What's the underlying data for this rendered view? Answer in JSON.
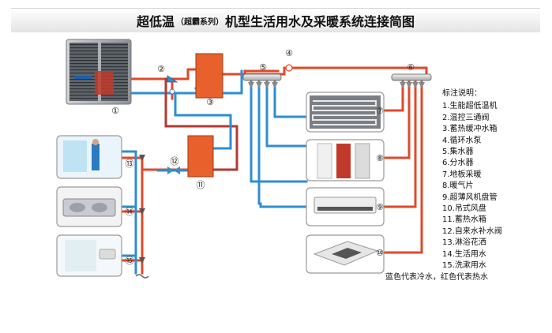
{
  "title": {
    "main_a": "超低温",
    "sub": "（超霸系列）",
    "main_b": "机型生活用水及采暖系统连接简图"
  },
  "legend": {
    "header": "标注说明：",
    "items": [
      "1.生能超低温机",
      "2.温控三通阀",
      "3.蓄热缓冲水箱",
      "4.循环水泵",
      "5.集水器",
      "6.分水器",
      "7.地板采暖",
      "8.暖气片",
      "9.超薄风机盘管",
      "10.吊式风盘",
      "11.蓄热水箱",
      "12.自来水补水阀",
      "13.淋浴花洒",
      "14.生活用水",
      "15.洗漱用水"
    ]
  },
  "note": "蓝色代表冷水，红色代表热水",
  "markers": {
    "m1": "①",
    "m2": "②",
    "m3": "③",
    "m4": "④",
    "m5": "⑤",
    "m6": "⑥",
    "m7": "⑦",
    "m8": "⑧",
    "m9": "⑨",
    "m10": "⑩",
    "m11": "⑪",
    "m12": "⑫",
    "m13": "⑬",
    "m14": "⑭",
    "m15": "⑮"
  },
  "colors": {
    "hot": "#e0492a",
    "cold": "#2e8ed0",
    "tank": "#e8612c",
    "return": "#b23a32"
  },
  "icons": [
    "heat-pump-unit-icon",
    "shower-room-icon",
    "kitchen-sink-icon",
    "washbasin-icon",
    "floor-heating-icon",
    "radiator-icon",
    "fan-coil-icon",
    "ceiling-cassette-icon"
  ]
}
